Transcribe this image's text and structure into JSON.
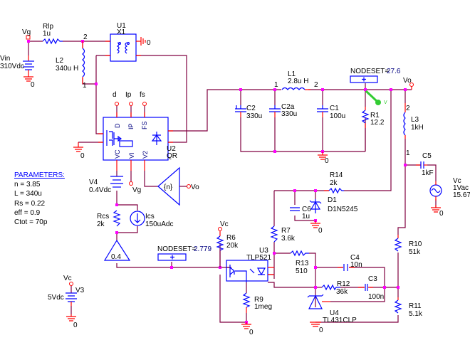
{
  "colors": {
    "wire": "#800040",
    "pin": "#ff0000",
    "part": "#0000ff",
    "junction": "#ff00ff",
    "probe": "#33cc33",
    "background": "#ffffff"
  },
  "parameters": {
    "heading": "PARAMETERS:",
    "items": [
      "n = 3.85",
      "L = 340u",
      "Rs = 0.22",
      "eff = 0.9",
      "Ctot = 70p"
    ]
  },
  "nets": {
    "vg": "Vg",
    "vo": "Vo",
    "vc": "Vc",
    "gnd": "0",
    "d": "d",
    "ip": "Ip",
    "fs": "fs",
    "node1": "1",
    "node2": "2"
  },
  "components": {
    "vin": {
      "ref": "Vin",
      "value": "310Vdc"
    },
    "rlp": {
      "ref": "Rlp",
      "value": "1u"
    },
    "l2": {
      "ref": "L2",
      "value": "340u H"
    },
    "u1": {
      "ref": "U1",
      "value": "X1"
    },
    "u2": {
      "ref": "U2",
      "value": "QR",
      "pins": [
        "D",
        "IP",
        "FS",
        "VC",
        "VI",
        "V2"
      ]
    },
    "l1": {
      "ref": "L1",
      "value": "2.8u H"
    },
    "c2": {
      "ref": "C2",
      "value": "330u"
    },
    "c2a": {
      "ref": "C2a",
      "value": "330u"
    },
    "c1": {
      "ref": "C1",
      "value": "100u"
    },
    "r1": {
      "ref": "R1",
      "value": "12.2"
    },
    "l3": {
      "ref": "L3",
      "value": "1kH"
    },
    "c5": {
      "ref": "C5",
      "value": "1kF"
    },
    "vc": {
      "ref": "Vc",
      "value": "1Vac",
      "value2": "15.67"
    },
    "v4": {
      "ref": "V4",
      "value": "0.4Vdc"
    },
    "rcs": {
      "ref": "Rcs",
      "value": "2k"
    },
    "ics": {
      "ref": "Ics",
      "value": "150uAdc"
    },
    "gain_n": {
      "value": "{n}"
    },
    "gain_04": {
      "value": "0.4"
    },
    "r14": {
      "ref": "R14",
      "value": "2k"
    },
    "c6": {
      "ref": "C6",
      "value": "1u"
    },
    "d1": {
      "ref": "D1",
      "value": "D1N5245"
    },
    "r7": {
      "ref": "R7",
      "value": "3.6k"
    },
    "r6": {
      "ref": "R6",
      "value": "20k"
    },
    "u3": {
      "ref": "U3",
      "value": "TLP521"
    },
    "r13": {
      "ref": "R13",
      "value": "510"
    },
    "c4": {
      "ref": "C4",
      "value": "10n"
    },
    "r12": {
      "ref": "R12",
      "value": "36k"
    },
    "c3": {
      "ref": "C3",
      "value": "100n"
    },
    "r9": {
      "ref": "R9",
      "value": "1meg"
    },
    "u4": {
      "ref": "U4",
      "value": "TL431CLP"
    },
    "r10": {
      "ref": "R10",
      "value": "51k"
    },
    "r11": {
      "ref": "R11",
      "value": "5.1k"
    },
    "v3": {
      "ref": "V3",
      "value": "5Vdc"
    }
  },
  "nodesets": [
    {
      "label": "NODESET=",
      "value": "27.6"
    },
    {
      "label": "NODESET=",
      "value": "2.779"
    }
  ],
  "probe": {
    "label": "V"
  }
}
